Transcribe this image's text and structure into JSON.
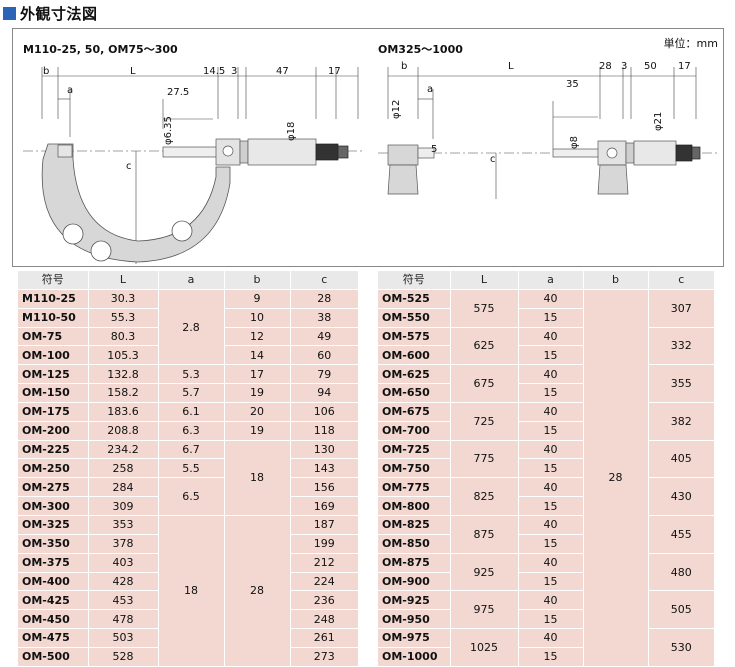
{
  "title": "外観寸法図",
  "unit": "単位：mm",
  "left_drawing": {
    "model_label": "M110-25, 50, OM75～300",
    "dims": {
      "b": "b",
      "L": "L",
      "d145": "14.5",
      "d3": "3",
      "d47": "47",
      "d17": "17",
      "a": "a",
      "d275": "27.5",
      "d635": "φ6.35",
      "d18": "φ18",
      "c": "c"
    }
  },
  "right_drawing": {
    "model_label": "OM325～1000",
    "dims": {
      "b": "b",
      "L": "L",
      "d28": "28",
      "d3": "3",
      "d50": "50",
      "d17": "17",
      "a": "a",
      "d12": "φ12",
      "d35": "35",
      "d21": "φ21",
      "d8": "φ8",
      "d5": "5",
      "c": "c"
    }
  },
  "table_left": {
    "headers": [
      "符号",
      "L",
      "a",
      "b",
      "c"
    ],
    "rows": [
      [
        "M110-25",
        "30.3",
        "28"
      ],
      [
        "M110-50",
        "55.3",
        "38"
      ],
      [
        "OM-75",
        "80.3",
        "49"
      ],
      [
        "OM-100",
        "105.3",
        "60"
      ],
      [
        "OM-125",
        "132.8",
        "79"
      ],
      [
        "OM-150",
        "158.2",
        "94"
      ],
      [
        "OM-175",
        "183.6",
        "106"
      ],
      [
        "OM-200",
        "208.8",
        "118"
      ],
      [
        "OM-225",
        "234.2",
        "130"
      ],
      [
        "OM-250",
        "258",
        "143"
      ],
      [
        "OM-275",
        "284",
        "156"
      ],
      [
        "OM-300",
        "309",
        "169"
      ],
      [
        "OM-325",
        "353",
        "187"
      ],
      [
        "OM-350",
        "378",
        "199"
      ],
      [
        "OM-375",
        "403",
        "212"
      ],
      [
        "OM-400",
        "428",
        "224"
      ],
      [
        "OM-425",
        "453",
        "236"
      ],
      [
        "OM-450",
        "478",
        "248"
      ],
      [
        "OM-475",
        "503",
        "261"
      ],
      [
        "OM-500",
        "528",
        "273"
      ]
    ],
    "a_groups": [
      "2.8",
      "5.3",
      "5.7",
      "6.1",
      "6.3",
      "6.7",
      "5.5",
      "6.5",
      "18"
    ],
    "b_groups": [
      "9",
      "10",
      "12",
      "14",
      "17",
      "19",
      "20",
      "19",
      "18",
      "28"
    ]
  },
  "table_right": {
    "headers": [
      "符号",
      "L",
      "a",
      "b",
      "c"
    ],
    "rows": [
      [
        "OM-525",
        "40"
      ],
      [
        "OM-550",
        "15"
      ],
      [
        "OM-575",
        "40"
      ],
      [
        "OM-600",
        "15"
      ],
      [
        "OM-625",
        "40"
      ],
      [
        "OM-650",
        "15"
      ],
      [
        "OM-675",
        "40"
      ],
      [
        "OM-700",
        "15"
      ],
      [
        "OM-725",
        "40"
      ],
      [
        "OM-750",
        "15"
      ],
      [
        "OM-775",
        "40"
      ],
      [
        "OM-800",
        "15"
      ],
      [
        "OM-825",
        "40"
      ],
      [
        "OM-850",
        "15"
      ],
      [
        "OM-875",
        "40"
      ],
      [
        "OM-900",
        "15"
      ],
      [
        "OM-925",
        "40"
      ],
      [
        "OM-950",
        "15"
      ],
      [
        "OM-975",
        "40"
      ],
      [
        "OM-1000",
        "15"
      ]
    ],
    "L_groups": [
      "575",
      "625",
      "675",
      "725",
      "775",
      "825",
      "875",
      "925",
      "975",
      "1025"
    ],
    "c_groups": [
      "307",
      "332",
      "355",
      "382",
      "405",
      "430",
      "455",
      "480",
      "505",
      "530"
    ],
    "b": "28"
  }
}
